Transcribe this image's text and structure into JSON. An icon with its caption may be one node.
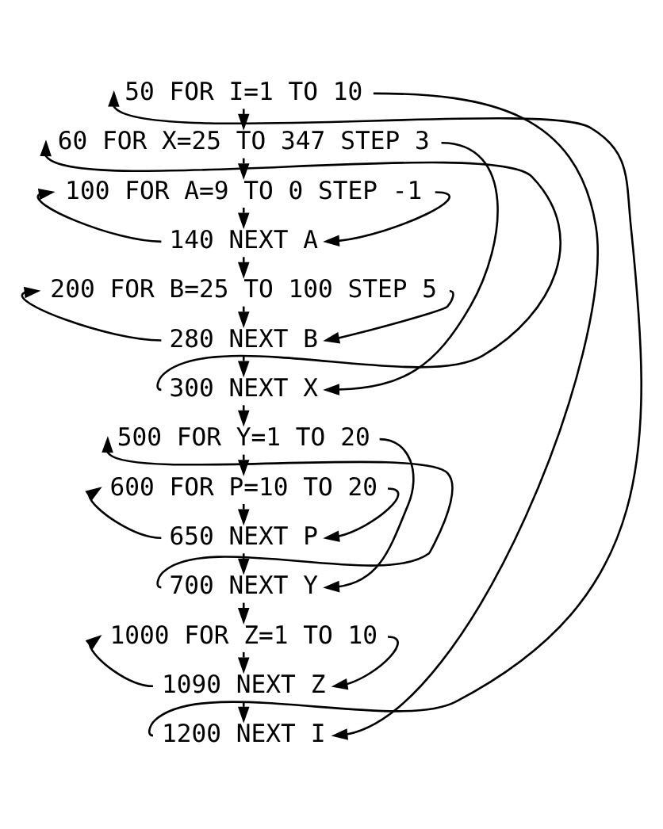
{
  "diagram": {
    "nodes": [
      {
        "text": [
          "50 FOR I=1 TO 10"
        ]
      },
      {
        "text": [
          "60 FOR X=25 TO 347 STEP 3"
        ]
      },
      {
        "text": [
          "100 FOR A=9 TO 0 STEP -1"
        ]
      },
      {
        "text": [
          "140 NEXT A"
        ]
      },
      {
        "text": [
          "200 FOR B=25 TO 100 STEP 5"
        ]
      },
      {
        "text": [
          "280 NEXT B"
        ]
      },
      {
        "text": [
          "300 NEXT X"
        ]
      },
      {
        "text": [
          "500 FOR Y=1 TO 20"
        ]
      },
      {
        "text": [
          "600 FOR P=10 TO 20"
        ]
      },
      {
        "text": [
          "650 NEXT P"
        ]
      },
      {
        "text": [
          "700 NEXT Y"
        ]
      },
      {
        "text": [
          "1000 FOR Z=1 TO 10"
        ]
      },
      {
        "text": [
          "1090 NEXT Z"
        ]
      },
      {
        "text": [
          "1200 NEXT I"
        ]
      }
    ],
    "edges": [
      {
        "from": 0,
        "to": 1,
        "arrow": "to"
      },
      {
        "from": 1,
        "to": 2,
        "arrow": "to"
      },
      {
        "from": 2,
        "to": 3,
        "arrow": "to"
      },
      {
        "from": 3,
        "to": 4,
        "arrow": "to"
      },
      {
        "from": 4,
        "to": 5,
        "arrow": "to"
      },
      {
        "from": 5,
        "to": 6,
        "arrow": "to"
      },
      {
        "from": 6,
        "to": 7,
        "arrow": "to"
      },
      {
        "from": 7,
        "to": 8,
        "arrow": "to"
      },
      {
        "from": 8,
        "to": 9,
        "arrow": "to"
      },
      {
        "from": 9,
        "to": 10,
        "arrow": "to"
      },
      {
        "from": 10,
        "to": 11,
        "arrow": "to"
      },
      {
        "from": 11,
        "to": 12,
        "arrow": "to"
      },
      {
        "from": 12,
        "to": 13,
        "arrow": "to"
      },
      {
        "from": 0,
        "to": 13,
        "arrow": "to"
      },
      {
        "from": 13,
        "to": 0,
        "arrow": "to"
      },
      {
        "from": 1,
        "to": 6,
        "arrow": "to"
      },
      {
        "from": 6,
        "to": 1,
        "arrow": "to"
      },
      {
        "from": 2,
        "to": 3,
        "arrow": "to"
      },
      {
        "from": 3,
        "to": 2,
        "arrow": "to"
      },
      {
        "from": 4,
        "to": 5,
        "arrow": "to"
      },
      {
        "from": 5,
        "to": 4,
        "arrow": "to"
      },
      {
        "from": 7,
        "to": 10,
        "arrow": "to"
      },
      {
        "from": 10,
        "to": 7,
        "arrow": "to"
      },
      {
        "from": 8,
        "to": 9,
        "arrow": "to"
      },
      {
        "from": 9,
        "to": 8,
        "arrow": "to"
      },
      {
        "from": 11,
        "to": 12,
        "arrow": "to"
      },
      {
        "from": 12,
        "to": 11,
        "arrow": "to"
      }
    ]
  }
}
